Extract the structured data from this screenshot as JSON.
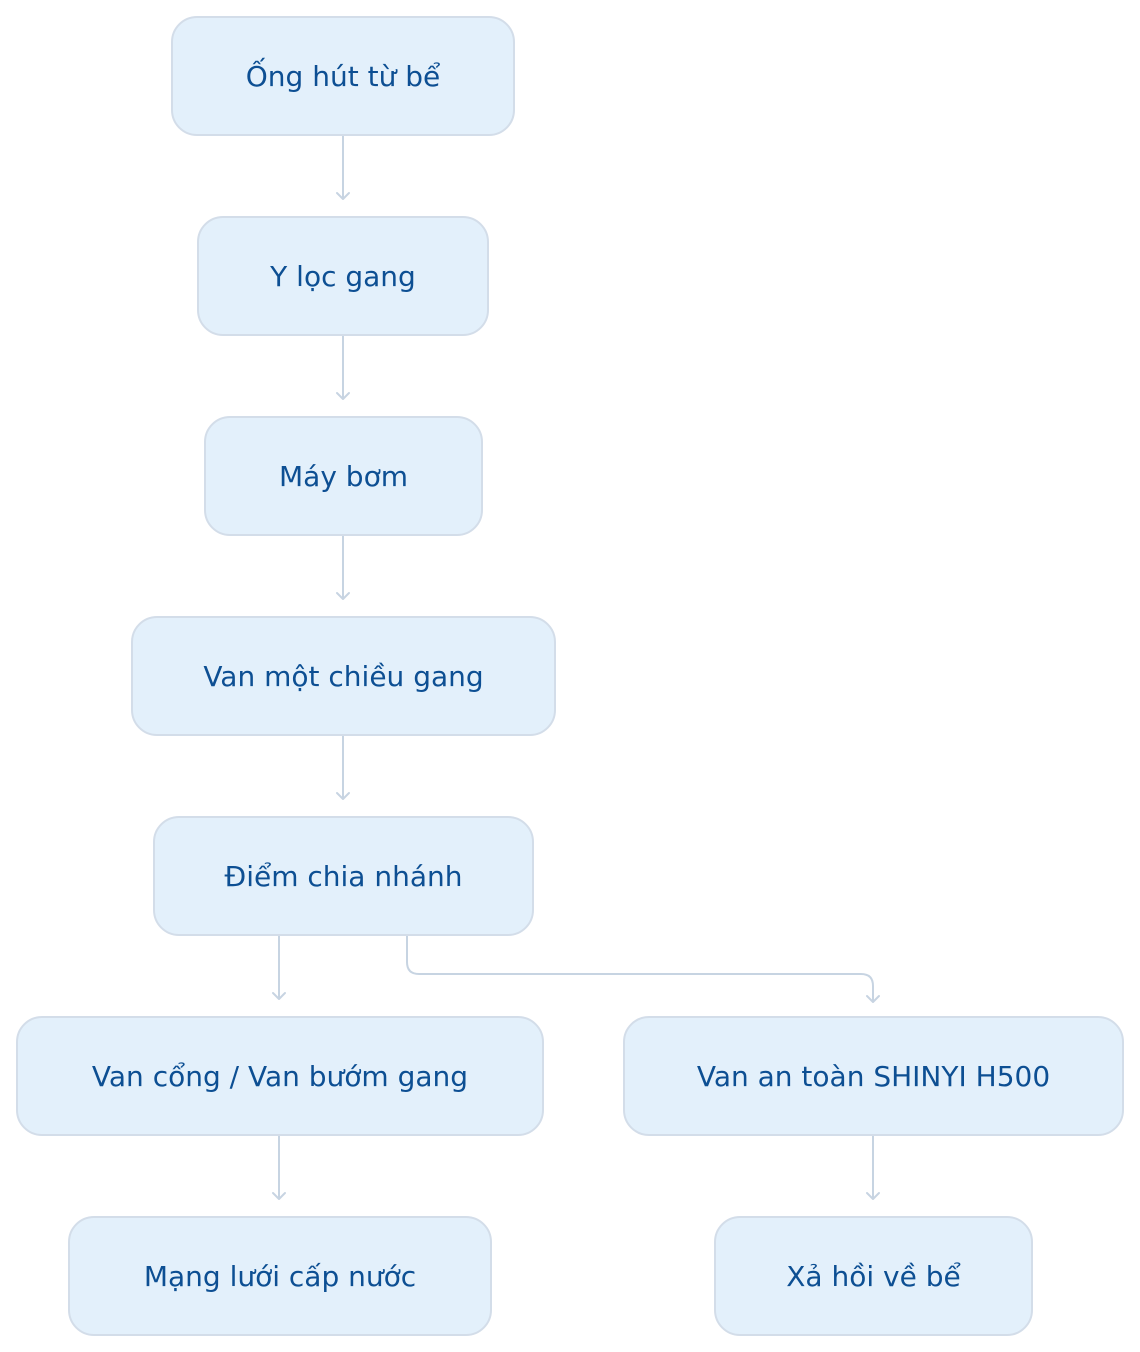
{
  "diagram": {
    "nodes": [
      {
        "id": "n1",
        "label": "Ống hút từ bể"
      },
      {
        "id": "n2",
        "label": "Y lọc gang"
      },
      {
        "id": "n3",
        "label": "Máy bơm"
      },
      {
        "id": "n4",
        "label": "Van một chiều gang"
      },
      {
        "id": "n5",
        "label": "Điểm chia nhánh"
      },
      {
        "id": "n6",
        "label": "Van cổng / Van bướm gang"
      },
      {
        "id": "n7",
        "label": "Van an toàn SHINYI H500"
      },
      {
        "id": "n8",
        "label": "Mạng lưới cấp nước"
      },
      {
        "id": "n9",
        "label": "Xả hồi về bể"
      }
    ],
    "edges": [
      {
        "from": "n1",
        "to": "n2"
      },
      {
        "from": "n2",
        "to": "n3"
      },
      {
        "from": "n3",
        "to": "n4"
      },
      {
        "from": "n4",
        "to": "n5"
      },
      {
        "from": "n5",
        "to": "n6"
      },
      {
        "from": "n5",
        "to": "n7"
      },
      {
        "from": "n6",
        "to": "n8"
      },
      {
        "from": "n7",
        "to": "n9"
      }
    ],
    "colors": {
      "node_fill": "#e3f0fb",
      "node_border": "#d3dde9",
      "node_text": "#0d4f93",
      "edge": "#c7d4e2"
    }
  }
}
